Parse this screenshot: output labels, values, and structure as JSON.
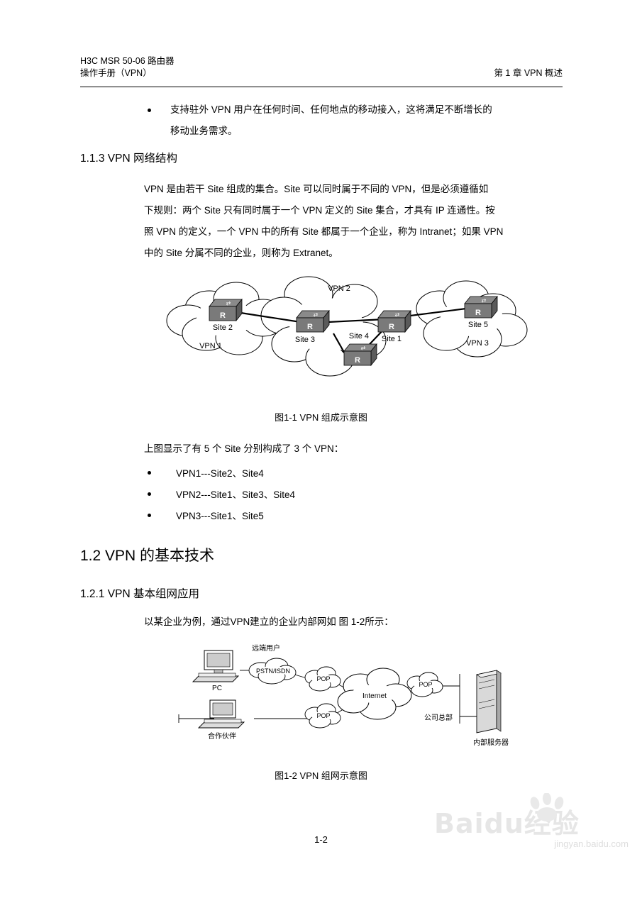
{
  "header": {
    "line1": "H3C MSR 50-06 路由器",
    "line2": "操作手册（VPN）",
    "right": "第 1 章  VPN 概述"
  },
  "content": {
    "bullet_top": "支持驻外 VPN 用户在任何时间、任何地点的移动接入，这将满足不断增长的",
    "bullet_top_line2": "移动业务需求。",
    "heading_113": "1.1.3  VPN 网络结构",
    "para1_line1": "VPN 是由若干 Site 组成的集合。Site 可以同时属于不同的 VPN，但是必须遵循如",
    "para1_line2": "下规则：两个 Site 只有同时属于一个 VPN 定义的 Site 集合，才具有 IP 连通性。按",
    "para1_line3": "照 VPN 的定义，一个 VPN 中的所有 Site 都属于一个企业，称为 Intranet；如果 VPN",
    "para1_line4": "中的 Site 分属不同的企业，则称为 Extranet。",
    "fig1_caption": "图1-1  VPN 组成示意图",
    "para2": "上图显示了有 5 个 Site 分别构成了 3 个 VPN：",
    "list": [
      "VPN1---Site2、Site4",
      "VPN2---Site1、Site3、Site4",
      "VPN3---Site1、Site5"
    ],
    "heading_12": "1.2  VPN 的基本技术",
    "heading_121": "1.2.1  VPN 基本组网应用",
    "para3": "以某企业为例，通过VPN建立的企业内部网如 图 1-2所示：",
    "fig2_caption": "图1-2  VPN 组网示意图",
    "page_number": "1-2"
  },
  "figure1": {
    "clouds": [
      {
        "label": "VPN 1"
      },
      {
        "label": "VPN 2"
      },
      {
        "label": "VPN 3"
      }
    ],
    "sites": [
      {
        "label": "Site 2"
      },
      {
        "label": "Site 3"
      },
      {
        "label": "Site 4"
      },
      {
        "label": "Site 1"
      },
      {
        "label": "Site 5"
      }
    ]
  },
  "figure2": {
    "labels": {
      "remote_user": "远端用户",
      "pc": "PC",
      "pstn": "PSTN/ISDN",
      "pop1": "POP",
      "pop2": "POP",
      "pop3": "POP",
      "internet": "Internet",
      "partner": "合作伙伴",
      "hq": "公司总部",
      "server": "内部服务器"
    }
  },
  "watermark": {
    "brand": "Baidu",
    "brand_cn": "经验",
    "url": "jingyan.baidu.com"
  },
  "colors": {
    "text": "#000000",
    "router_body": "#808080",
    "router_dark": "#4d4d4d",
    "watermark": "#c9c9c9"
  }
}
